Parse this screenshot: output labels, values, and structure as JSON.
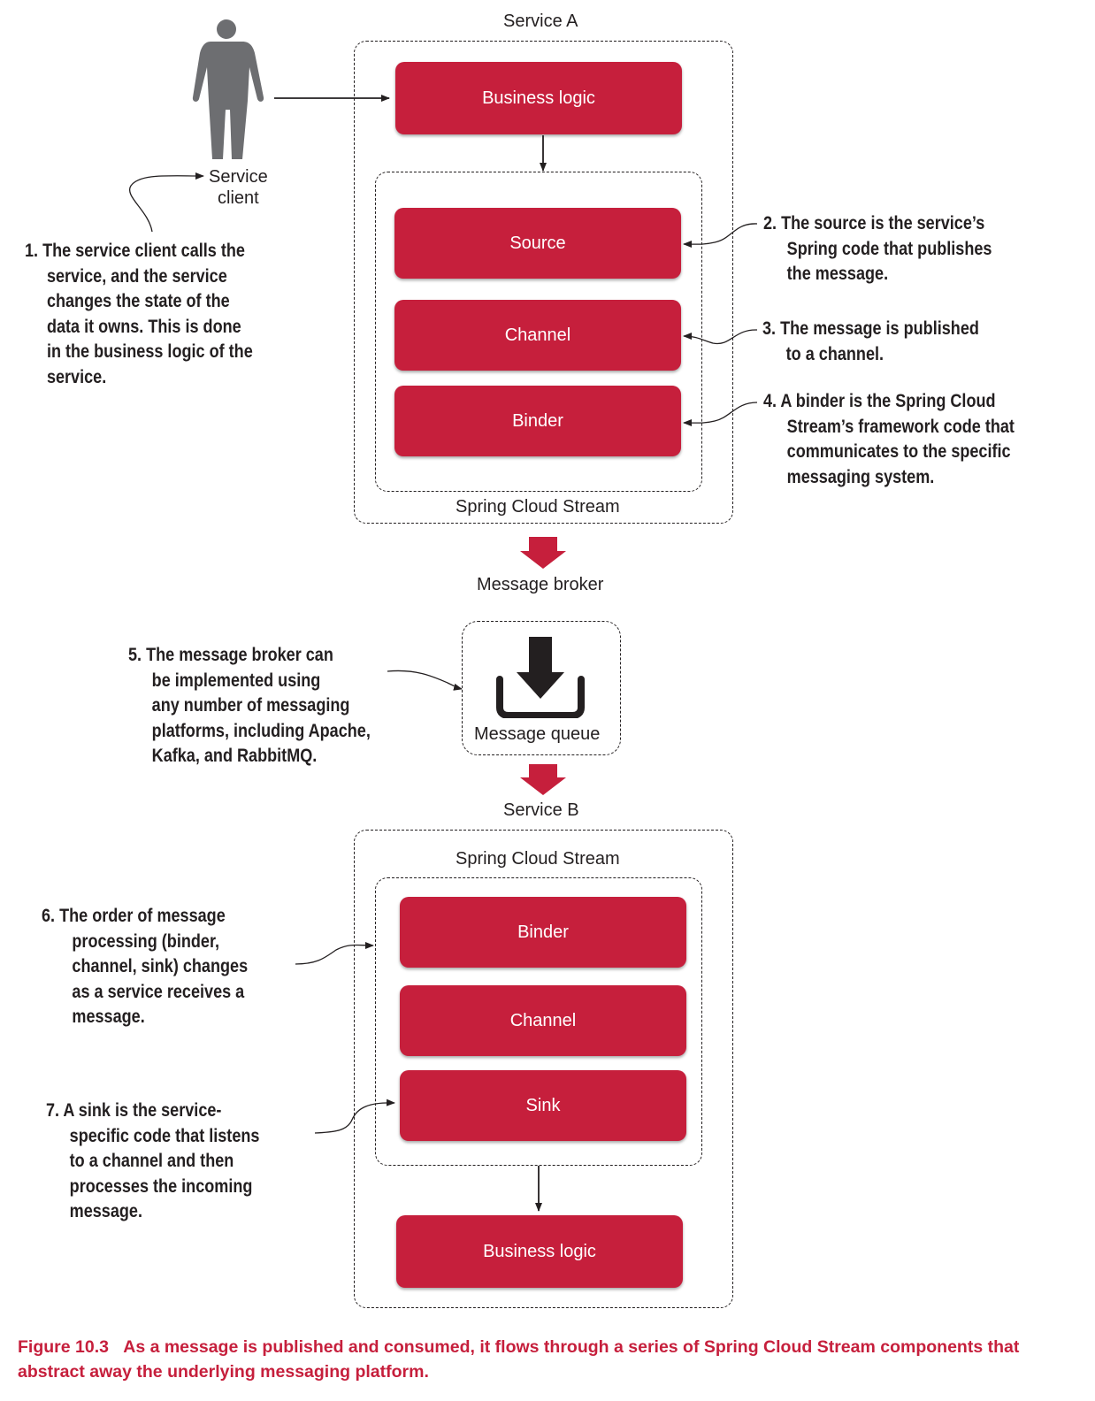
{
  "service_a": {
    "title": "Service A",
    "business_logic": "Business logic",
    "source": "Source",
    "channel": "Channel",
    "binder": "Binder",
    "stream_label": "Spring Cloud Stream"
  },
  "service_client": {
    "line1": "Service",
    "line2": "client"
  },
  "message_broker": {
    "label": "Message broker",
    "queue_label": "Message queue"
  },
  "service_b": {
    "title": "Service B",
    "stream_label": "Spring Cloud Stream",
    "binder": "Binder",
    "channel": "Channel",
    "sink": "Sink",
    "business_logic": "Business logic"
  },
  "annotations": {
    "a1": [
      "1. The service client calls the",
      "service, and the service",
      "changes the state of the",
      "data it owns. This is done",
      "in the business logic of the",
      "service."
    ],
    "a2": [
      "2. The source is the service’s",
      "Spring code that publishes",
      "the message."
    ],
    "a3": [
      "3. The message is published",
      "to a channel."
    ],
    "a4": [
      "4. A binder is the Spring Cloud",
      "Stream’s framework code that",
      "communicates to the specific",
      "messaging system."
    ],
    "a5": [
      "5. The message broker can",
      "be implemented using",
      "any number of messaging",
      "platforms, including Apache,",
      "Kafka, and RabbitMQ."
    ],
    "a6": [
      "6. The order of message",
      "processing (binder,",
      "channel, sink) changes",
      "as a service receives a",
      "message."
    ],
    "a7": [
      "7. A sink is the service-",
      "specific code that listens",
      "to a channel and then",
      "processes the incoming",
      "message."
    ]
  },
  "caption": {
    "figure": "Figure 10.3",
    "text": "As a message is published and consumed, it flows through a series of Spring Cloud Stream components that abstract away the underlying messaging platform."
  },
  "colors": {
    "accent": "#c61f3c",
    "ink": "#231f20",
    "person": "#6d6e71"
  },
  "icons": {
    "person": "person-icon",
    "queue": "download-tray-icon"
  }
}
